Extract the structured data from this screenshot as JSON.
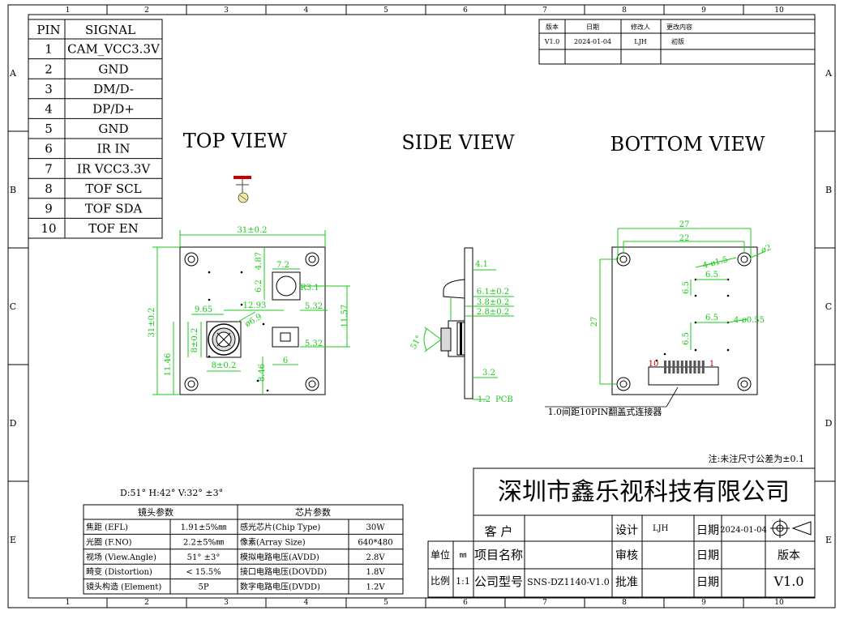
{
  "zones": {
    "columns": [
      "1",
      "2",
      "3",
      "4",
      "5",
      "6",
      "7",
      "8",
      "9",
      "10"
    ],
    "rows": [
      "A",
      "B",
      "C",
      "D",
      "E"
    ]
  },
  "pin_table": {
    "header": [
      "PIN",
      "SIGNAL"
    ],
    "rows": [
      [
        "1",
        "CAM_VCC3.3V"
      ],
      [
        "2",
        "GND"
      ],
      [
        "3",
        "DM/D-"
      ],
      [
        "4",
        "DP/D+"
      ],
      [
        "5",
        "GND"
      ],
      [
        "6",
        "IR IN"
      ],
      [
        "7",
        "IR VCC3.3V"
      ],
      [
        "8",
        "TOF SCL"
      ],
      [
        "9",
        "TOF SDA"
      ],
      [
        "10",
        "TOF EN"
      ]
    ]
  },
  "revision": {
    "header": [
      "版本",
      "日期",
      "修改人",
      "更改内容"
    ],
    "row": [
      "V1.0",
      "2024-01-04",
      "LJH",
      "初版"
    ]
  },
  "views": {
    "top": "TOP VIEW",
    "side": "SIDE VIEW",
    "bottom": "BOTTOM VIEW"
  },
  "dims": {
    "top": [
      "31±0.2",
      "31±0.2",
      "7.2",
      "4.87",
      "6.2",
      "R3.1",
      "9.65",
      "12.93",
      "5.32",
      "11.57",
      "ø6.9",
      "8±0.2",
      "8±0.2",
      "11.46",
      "5.32",
      "6",
      "8.46"
    ],
    "side": [
      "4.1",
      "6.1±0.2",
      "3.8±0.2",
      "2.8±0.2",
      "51°",
      "3.2",
      "1.2",
      "PCB"
    ],
    "bottom": [
      "27",
      "22",
      "27",
      "4-ø1.5",
      "ø2",
      "6.5",
      "6.5",
      "6.5",
      "4-ø0.55",
      "6.5",
      "10",
      "1"
    ]
  },
  "notes": {
    "connector": "1.0间距10PIN翻盖式连接器",
    "tolerance": "注:未注尺寸公差为±0.1",
    "fov": "D:51° H:42° V:32° ±3°"
  },
  "params": {
    "lens_header": "镜头参数",
    "chip_header": "芯片参数",
    "rows": [
      [
        "焦距 (EFL)",
        "1.91±5%㎜",
        "感光芯片(Chip Type)",
        "30W"
      ],
      [
        "光圈 (F.NO)",
        "2.2±5%㎜",
        "像素(Array Size)",
        "640*480"
      ],
      [
        "视场 (View.Angle)",
        "51° ±3°",
        "模拟电路电压(AVDD)",
        "2.8V"
      ],
      [
        "畸变 (Distortion)",
        "< 15.5%",
        "接口电路电压(DOVDD)",
        "1.8V"
      ],
      [
        "镜头构造 (Element)",
        "5P",
        "数字电路电压(DVDD)",
        "1.2V"
      ]
    ]
  },
  "title_block": {
    "company": "深圳市鑫乐视科技有限公司",
    "customer_label": "客 户",
    "project_label": "项目名称",
    "model_label": "公司型号",
    "model_value": "SNS-DZ1140-V1.0",
    "design_label": "设计",
    "design_value": "LJH",
    "review_label": "审核",
    "approve_label": "批准",
    "date_label": "日期",
    "date_value": "2024-01-04",
    "version_label": "版本",
    "version_value": "V1.0",
    "unit_label": "单位",
    "unit_value": "㎜",
    "scale_label": "比例",
    "scale_value": "1:1"
  }
}
